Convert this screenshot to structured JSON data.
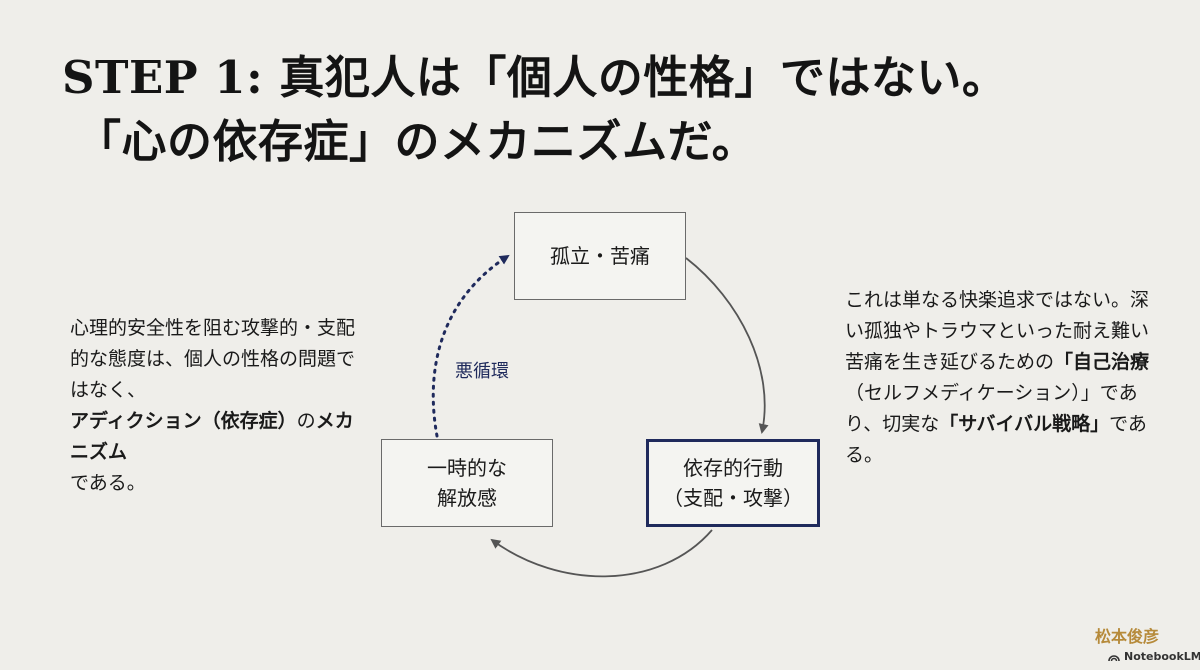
{
  "title": {
    "line1": "STEP 1: 真犯人は「個人の性格」ではない。",
    "line2": "「心の依存症」のメカニズムだ。"
  },
  "diagram": {
    "nodes": {
      "top": {
        "line1": "孤立・苦痛"
      },
      "right": {
        "line1": "依存的行動",
        "line2": "（支配・攻撃）"
      },
      "left": {
        "line1": "一時的な",
        "line2": "解放感"
      }
    },
    "cycle_label": "悪循環",
    "colors": {
      "accent": "#1f2a5c",
      "arrow": "#555555"
    }
  },
  "left_text": {
    "p1": "心理的安全性を阻む攻撃的・支配的な態度は、個人の性格の問題ではなく、",
    "bold1": "アディクション（依存症）",
    "p2": "の",
    "bold2": "メカニズム",
    "p3": "である。"
  },
  "right_text": {
    "p1": "これは単なる快楽追求ではない。深い孤独やトラウマといった耐え難い苦痛を生き延びるための",
    "bold1": "「自己治療",
    "p2": "（セルフメディケーション）」であり、切実な",
    "bold2": "「サバイバル戦略」",
    "p3": "である。"
  },
  "brand": {
    "author": "松本俊彦",
    "product": "NotebookLM"
  }
}
